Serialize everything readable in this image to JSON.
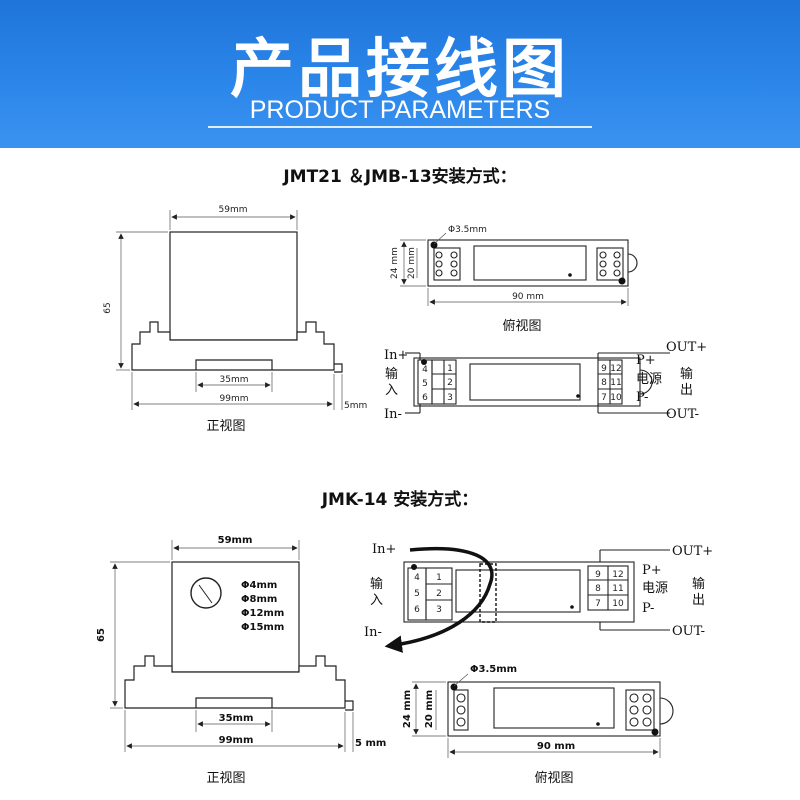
{
  "header": {
    "title": "产品接线图",
    "subtitle": "PRODUCT PARAMETERS"
  },
  "section1": {
    "heading": "JMT21 ＆JMB-13安装方式：",
    "front": {
      "width": "59mm",
      "height": "65",
      "slot": "35mm",
      "base": "99mm",
      "foot": "5mm",
      "caption": "正视图"
    },
    "top": {
      "hole": "Φ3.5mm",
      "height": "24 mm",
      "inner": "20 mm",
      "length": "90 mm",
      "caption": "俯视图"
    },
    "wiring": {
      "in_plus": "In+",
      "in_minus": "In-",
      "input_v": "输",
      "input_v2": "入",
      "left_nums": [
        "4",
        "5",
        "6"
      ],
      "left_nums2": [
        "1",
        "2",
        "3"
      ],
      "right_nums": [
        "9",
        "8",
        "7"
      ],
      "right_nums2": [
        "12",
        "11",
        "10"
      ],
      "p_plus": "P+",
      "p_minus": "P-",
      "power": "电源",
      "out_plus": "OUT+",
      "out_minus": "OUT-",
      "output_v": "输",
      "output_v2": "出"
    }
  },
  "section2": {
    "heading": "JMK-14 安装方式：",
    "front": {
      "width": "59mm",
      "height": "65",
      "slot": "35mm",
      "base": "99mm",
      "foot": "5 mm",
      "caption": "正视图",
      "holes": [
        "Φ4mm",
        "Φ8mm",
        "Φ12mm",
        "Φ15mm"
      ]
    },
    "top": {
      "hole": "Φ3.5mm",
      "height": "24 mm",
      "inner": "20 mm",
      "length": "90 mm",
      "caption": "俯视图"
    },
    "wiring": {
      "in_plus": "In+",
      "in_minus": "In-",
      "input_v": "输",
      "input_v2": "入",
      "left_nums": [
        "1",
        "2",
        "3"
      ],
      "left_nums2": [
        "4",
        "5",
        "6"
      ],
      "right_nums": [
        "9",
        "8",
        "7"
      ],
      "right_nums2": [
        "12",
        "11",
        "10"
      ],
      "p_plus": "P+",
      "p_minus": "P-",
      "power": "电源",
      "out_plus": "OUT+",
      "out_minus": "OUT-",
      "output_v": "输",
      "output_v2": "出"
    }
  },
  "colors": {
    "banner": "#2b86ea",
    "line": "#222222"
  }
}
